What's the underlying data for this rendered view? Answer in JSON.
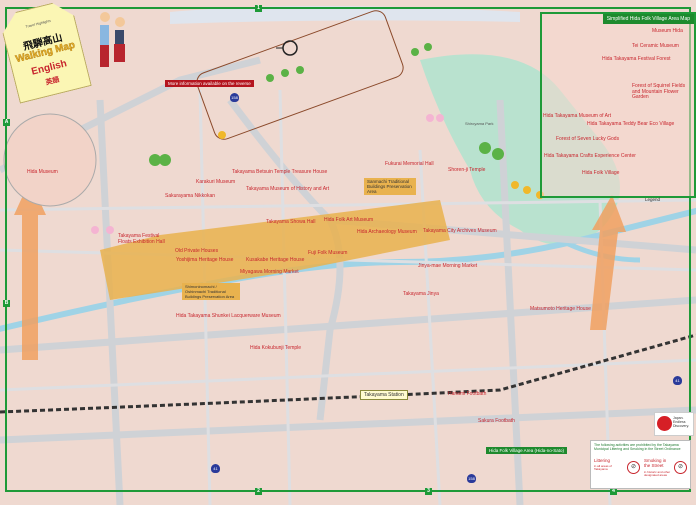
{
  "title_tag": {
    "small": "Travel Highlights",
    "city_kanji": "飛騨高山",
    "title": "Walking Map",
    "language": "English",
    "language_kanji": "英語"
  },
  "notices": {
    "reverse": "More information available on the reverse"
  },
  "landmarks": [
    {
      "name": "Takayama Betsuin Temple Treasure House"
    },
    {
      "name": "Takayama Museum of History and Art"
    },
    {
      "name": "Hida Folk Art Museum"
    },
    {
      "name": "Hida Archaeology Museum"
    },
    {
      "name": "Fuji Folk Museum"
    },
    {
      "name": "Takayama City Archives Museum"
    },
    {
      "name": "Jinya-mae Morning Market"
    },
    {
      "name": "Takayama Jinya"
    },
    {
      "name": "Takayama Showa Hall"
    },
    {
      "name": "Karakuri Museum"
    },
    {
      "name": "Sakurayama Nikkokan"
    },
    {
      "name": "Takayama Festival Floats Exhibition Hall"
    },
    {
      "name": "Old Private Houses"
    },
    {
      "name": "Yoshijima Heritage House"
    },
    {
      "name": "Kusakabe Heritage House"
    },
    {
      "name": "Miyagawa Morning Market"
    },
    {
      "name": "Hida Takayama Shunkei Lacquerware Museum"
    },
    {
      "name": "Hida Kokubunji Temple"
    },
    {
      "name": "Hanami Footbath"
    },
    {
      "name": "Sakura Footbath"
    },
    {
      "name": "Matsumoto Heritage House"
    },
    {
      "name": "Fukurai Memorial Hall"
    },
    {
      "name": "Shoren-ji Temple"
    },
    {
      "name": "Hida Museum"
    }
  ],
  "areas": {
    "sanmachi": "Sanmachi Traditional Buildings Preservation Area",
    "shimoninomachi": "Shimoninomachi / Oshinmachi Traditional Buildings Preservation Area",
    "station": "Takayama Station",
    "folk_village_area": "Hida Folk Village Area (Hida-no-Sato)",
    "shiroyama_park": "Shiroyama Park"
  },
  "inset": {
    "header": "Simplified Hida Folk Village Area Map",
    "places": [
      "Museum Hida",
      "Tei Ceramic Museum",
      "Hida Takayama Festival Forest",
      "Forest of Squirrel Fields and Mountain Flower Garden",
      "Hida Takayama Museum of Art",
      "Hida Takayama Teddy Bear Eco Village",
      "Forest of Seven Lucky Gods",
      "Hida Takayama Crafts Experience Center",
      "Hida Folk Village"
    ],
    "legend": "Legend"
  },
  "grid_markers": [
    "1",
    "2",
    "3",
    "4",
    "A",
    "B"
  ],
  "routes": [
    "158",
    "41",
    "41",
    "158"
  ],
  "japan_logo": {
    "line1": "Japan.",
    "line2": "Endless",
    "line3": "Discovery."
  },
  "ordinance": {
    "heading": "The following activities are prohibited by the Takayama Municipal Littering and Smoking in the Street Ordinance",
    "littering": "Littering",
    "littering_sub": "in all areas of Takayama",
    "smoking": "Smoking in the Street",
    "smoking_sub": "in historic and other designated areas"
  },
  "colors": {
    "frame": "#1e9a38",
    "label_red": "#c8262e",
    "preservation_area": "#e9b24e",
    "river": "#9fd3e6",
    "park": "#b9e2cf"
  }
}
